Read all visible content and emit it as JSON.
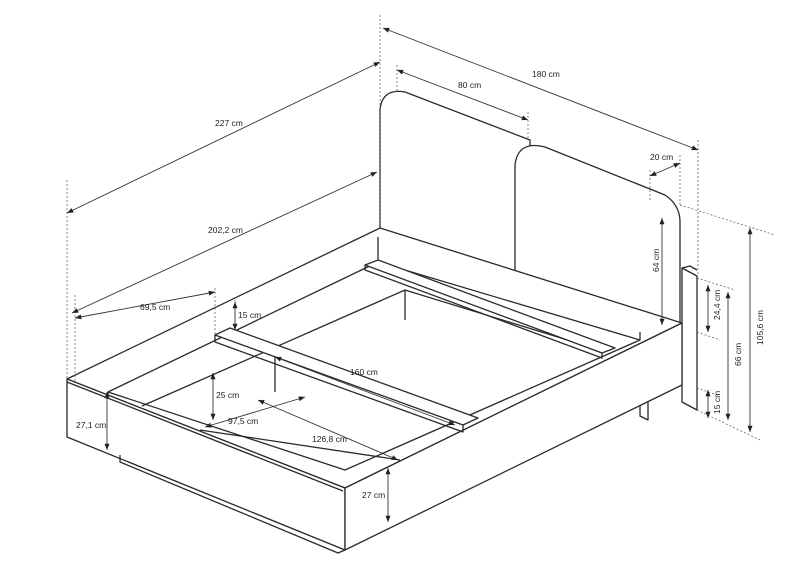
{
  "dimensions": {
    "total_length": "227 cm",
    "total_width": "180 cm",
    "headboard_panel_width": "80 cm",
    "headboard_depth": "20 cm",
    "inner_length": "202,2 cm",
    "slat_spacing": "69,5 cm",
    "slat_height": "15 cm",
    "headboard_panel_height": "64 cm",
    "side_panel_top": "24,4 cm",
    "side_panel_height": "66 cm",
    "total_height": "105,6 cm",
    "floor_clearance": "15 cm",
    "mattress_width": "160 cm",
    "inner_depth": "25 cm",
    "side_height": "27,1 cm",
    "storage_width": "97,5 cm",
    "storage_length": "126,8 cm",
    "front_height": "27 cm"
  }
}
